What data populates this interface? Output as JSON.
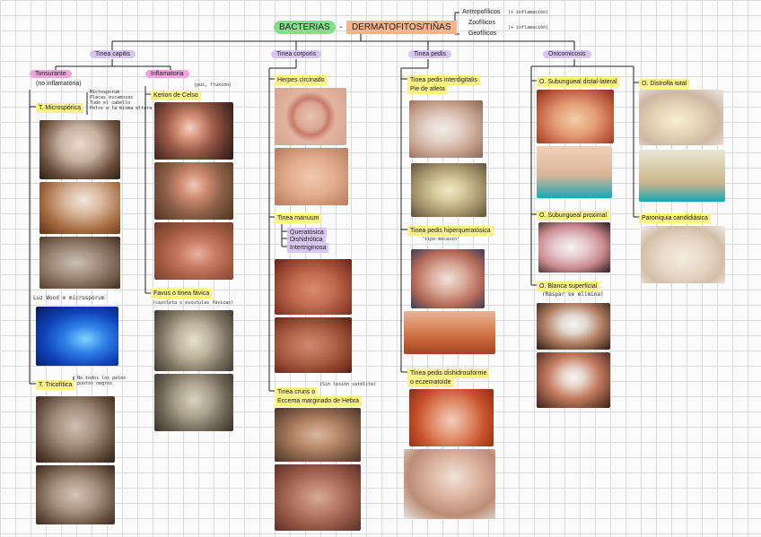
{
  "title": {
    "main": "BACTERIAS",
    "sep": "-",
    "sub": "DERMATOFITOS/TIÑAS"
  },
  "sources": {
    "items": [
      "Antropofílicos",
      "Zoofílicos",
      "Geofílicos"
    ],
    "note1": "(+ inflamación)",
    "note2": "(+ inflamación)"
  },
  "categories": {
    "capitis": "Tinea capitis",
    "corporis": "Tinea corporis",
    "pedis": "Tinea pedis",
    "onico": "Onicomicosis"
  },
  "capitis": {
    "tonsurante": "Tonsurante",
    "tonsurante_sub": "(no inflamatoria)",
    "inflamatoria": "Inflamatoria",
    "microsporica": "T. Microspórica",
    "micro_note": [
      "Microsporum",
      "Placas escamosas",
      "Tudo el cabello",
      "Pelos a la misma altura"
    ],
    "wood": "Luz Wood ⊕ microsporum",
    "tricofitica": "T. Tricofítica",
    "trico_note": [
      "No todos los pelos",
      "puntos negros"
    ],
    "kerion": "Kerion de Celso",
    "kerion_note": "(pus, fluxión)",
    "favus": "Favus o tinea fávica",
    "favus_note": "(cazoleta o escutulas fávicas)"
  },
  "corporis": {
    "herpes": "Herpes circinado",
    "manuum": "Tinea manuum",
    "manuum_types": [
      "Queratósica",
      "Dishidrótica",
      "Intertriginosa"
    ],
    "cruris": "Tinea cruris o",
    "cruris2": "Eccema marginado de Hebra",
    "cruris_note": "(Sin lesión satélite)"
  },
  "pedis": {
    "inter1": "Tinea pedis interdigitalis",
    "inter2": "Pie de atleta",
    "hiper": "Tinea pedis hiperqueratósica",
    "hiper_note": "'tipo mocasín'",
    "dish1": "Tinea pedis dishidrosiforme",
    "dish2": "o eczematoide"
  },
  "onico": {
    "distal": "O. Subungueal distal-lateral",
    "proximal": "O. Subungueal proximal",
    "blanca": "O. Blanca superficial",
    "blanca_note": "(Raspar se elimina)",
    "distrofia": "O. Distrofia total",
    "paroniquia": "Paroniquia candidiásica"
  },
  "icons": {
    "photo": "clinical-photo"
  }
}
